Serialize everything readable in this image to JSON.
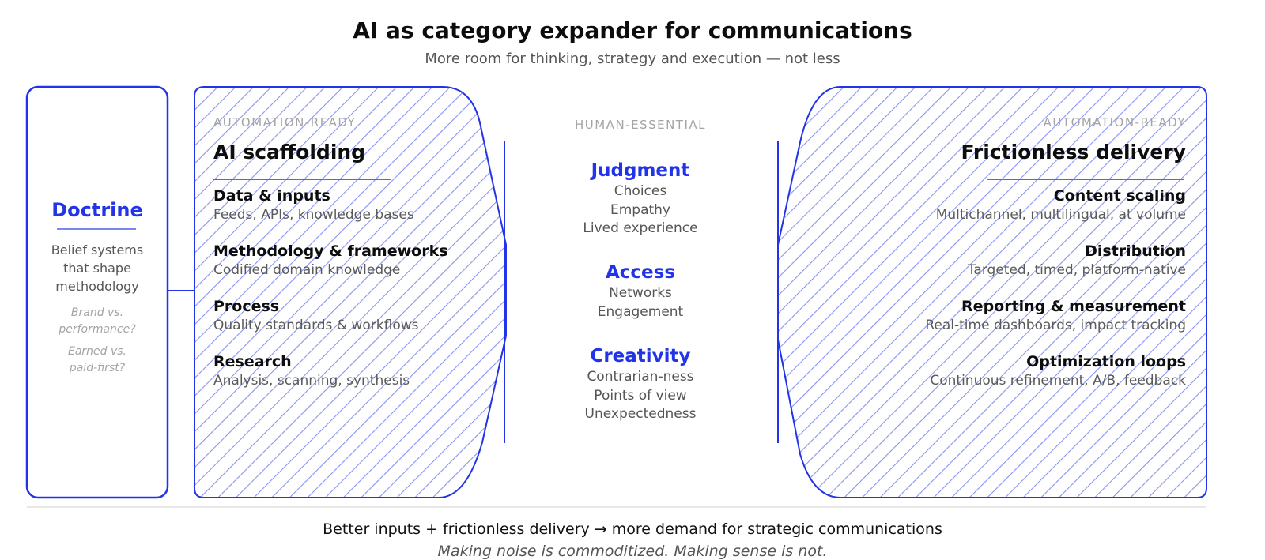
{
  "header": {
    "title": "AI as category expander for communications",
    "subtitle": "More room for thinking, strategy and execution — not less"
  },
  "colors": {
    "accent": "#2233e8",
    "hatch": "#8a93f0",
    "divider": "#e8e8e8",
    "muted_text": "#a4a4a4",
    "body_text": "#555555"
  },
  "doctrine": {
    "title": "Doctrine",
    "description": [
      "Belief systems",
      "that shape",
      "methodology"
    ],
    "questions": [
      [
        "Brand vs.",
        "performance?"
      ],
      [
        "Earned vs.",
        "paid-first?"
      ]
    ]
  },
  "left_panel": {
    "eyebrow": "AUTOMATION-READY",
    "title": "AI scaffolding",
    "items": [
      {
        "title": "Data & inputs",
        "desc": "Feeds, APIs, knowledge bases"
      },
      {
        "title": "Methodology & frameworks",
        "desc": "Codified domain knowledge"
      },
      {
        "title": "Process",
        "desc": "Quality standards & workflows"
      },
      {
        "title": "Research",
        "desc": "Analysis, scanning, synthesis"
      }
    ]
  },
  "center_panel": {
    "eyebrow": "HUMAN-ESSENTIAL",
    "skills": [
      {
        "title": "Judgment",
        "lines": [
          "Choices",
          "Empathy",
          "Lived experience"
        ]
      },
      {
        "title": "Access",
        "lines": [
          "Networks",
          "Engagement"
        ]
      },
      {
        "title": "Creativity",
        "lines": [
          "Contrarian-ness",
          "Points of view",
          "Unexpectedness"
        ]
      }
    ]
  },
  "right_panel": {
    "eyebrow": "AUTOMATION-READY",
    "title": "Frictionless delivery",
    "items": [
      {
        "title": "Content scaling",
        "desc": "Multichannel, multilingual, at volume"
      },
      {
        "title": "Distribution",
        "desc": "Targeted, timed, platform-native"
      },
      {
        "title": "Reporting & measurement",
        "desc": "Real-time dashboards, impact tracking"
      },
      {
        "title": "Optimization loops",
        "desc": "Continuous refinement, A/B, feedback"
      }
    ]
  },
  "footer": {
    "main": "Better inputs + frictionless delivery → more demand for strategic communications",
    "sub": "Making noise is commoditized. Making sense is not."
  }
}
